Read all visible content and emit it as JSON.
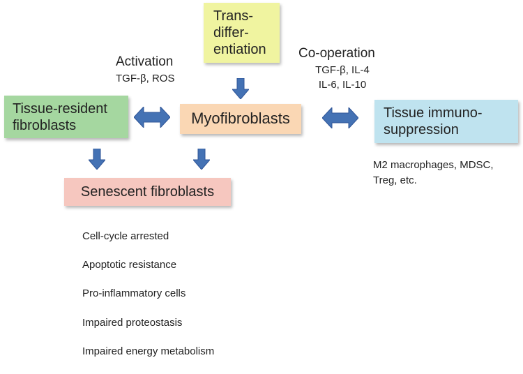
{
  "boxes": {
    "transdifferentiation": "Trans-\ndiffer-\nentiation",
    "tissue_resident": "Tissue-resident\nfibroblasts",
    "myofibroblasts": "Myofibroblasts",
    "immunosuppression": "Tissue immuno-\nsuppression",
    "senescent": "Senescent fibroblasts"
  },
  "activation": {
    "title": "Activation",
    "mediators": "TGF-β, ROS"
  },
  "cooperation": {
    "title": "Co-operation",
    "mediators": "TGF-β, IL-4\nIL-6, IL-10"
  },
  "immune_cells": "M2 macrophages, MDSC,\nTreg, etc.",
  "senescent_features": [
    "Cell-cycle arrested",
    "Apoptotic resistance",
    "Pro-inflammatory cells",
    "Impaired proteostasis",
    "Impaired energy metabolism"
  ],
  "colors": {
    "arrow": "#4472b4",
    "transdiff_box": "#f0f4a0",
    "tissue_resident_box": "#a5d7a0",
    "myofibroblast_box": "#fad7b4",
    "immunosuppression_box": "#bfe3ef",
    "senescent_box": "#f6c7bf"
  }
}
